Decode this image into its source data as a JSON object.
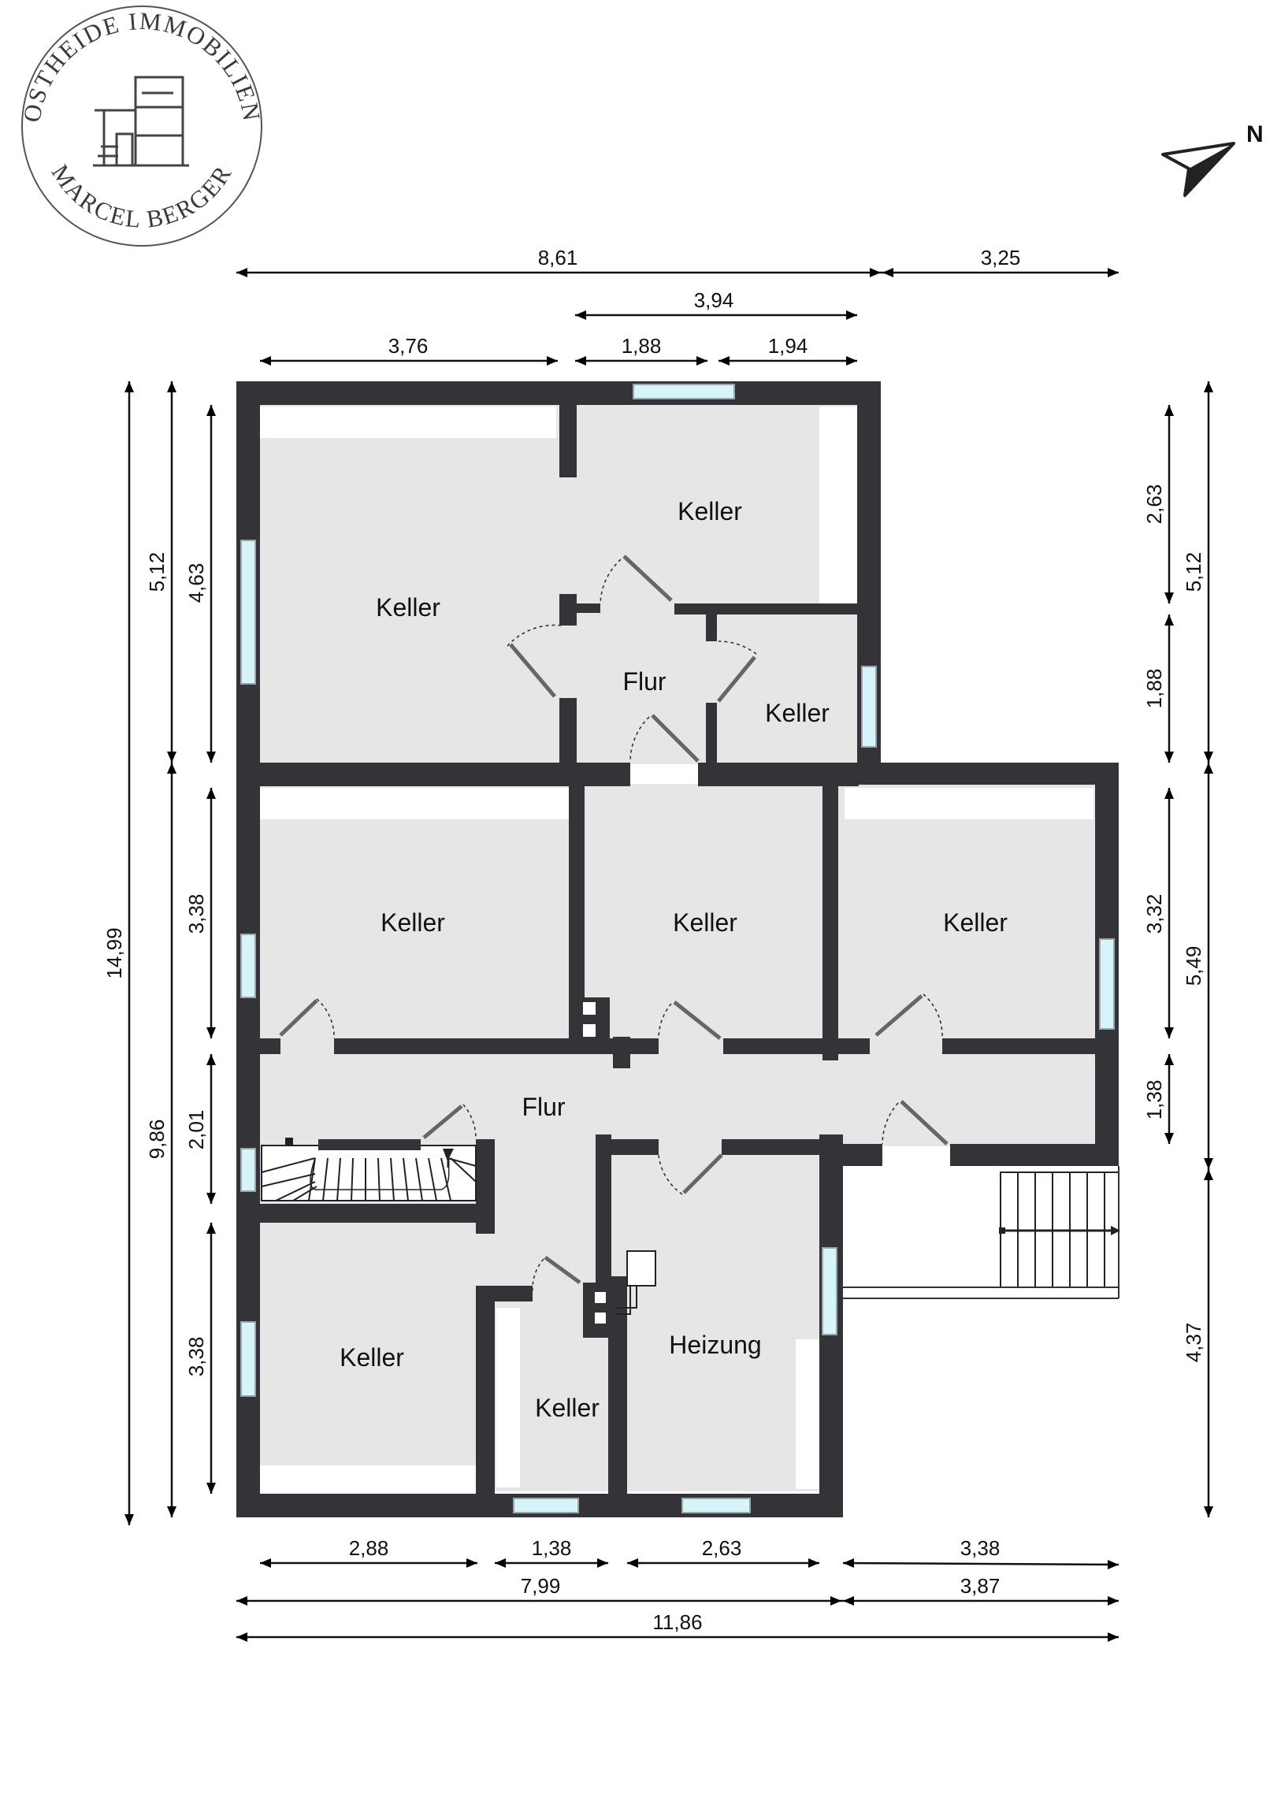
{
  "logo": {
    "top_text": "OSTHEIDE IMMOBILIEN",
    "bottom_text": "MARCEL BERGER"
  },
  "compass": {
    "north_label": "N"
  },
  "rooms": [
    {
      "id": "keller-nw",
      "label": "Keller"
    },
    {
      "id": "keller-n",
      "label": "Keller"
    },
    {
      "id": "flur-n",
      "label": "Flur"
    },
    {
      "id": "keller-small-ne",
      "label": "Keller"
    },
    {
      "id": "keller-mid-w",
      "label": "Keller"
    },
    {
      "id": "keller-mid-c",
      "label": "Keller"
    },
    {
      "id": "keller-mid-e",
      "label": "Keller"
    },
    {
      "id": "flur-main",
      "label": "Flur"
    },
    {
      "id": "keller-sw",
      "label": "Keller"
    },
    {
      "id": "keller-s-small",
      "label": "Keller"
    },
    {
      "id": "heizung",
      "label": "Heizung"
    }
  ],
  "dimensions": {
    "top": [
      "8,61",
      "3,25",
      "3,94",
      "3,76",
      "1,88",
      "1,94"
    ],
    "bottom": [
      "2,88",
      "1,38",
      "2,63",
      "3,38",
      "7,99",
      "3,87",
      "11,86"
    ],
    "left": [
      "14,99",
      "5,12",
      "4,63",
      "9,86",
      "3,38",
      "2,01",
      "3,38"
    ],
    "right": [
      "2,63",
      "5,12",
      "1,88",
      "3,32",
      "5,49",
      "1,38",
      "4,37"
    ]
  },
  "colors": {
    "wall": "#343438",
    "floor": "#e6e6e6",
    "window": "#d8f4fb"
  }
}
